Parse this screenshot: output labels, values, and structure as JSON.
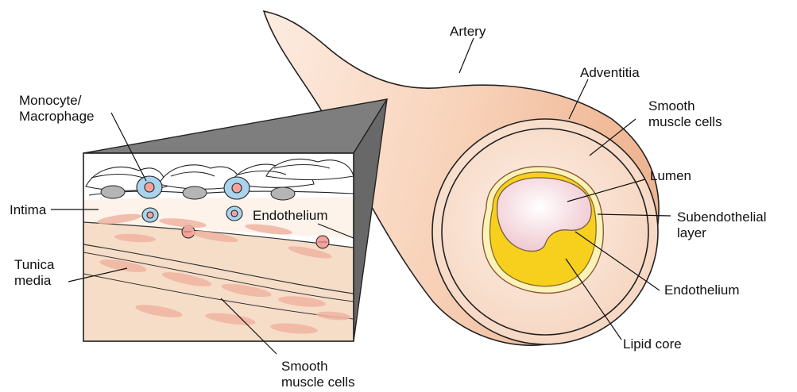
{
  "labels": {
    "artery": "Artery",
    "adventitia": "Adventitia",
    "smooth_muscle_right": [
      "Smooth",
      "muscle cells"
    ],
    "lumen": "Lumen",
    "subendothelial": [
      "Subendothelial",
      "layer"
    ],
    "endothelium_right": "Endothelium",
    "lipid_core": "Lipid core",
    "monocyte": [
      "Monocyte/",
      "Macrophage"
    ],
    "intima": "Intima",
    "endothelium_inset": "Endothelium",
    "tunica_media": [
      "Tunica",
      "media"
    ],
    "smooth_muscle_bottom": [
      "Smooth",
      "muscle cells"
    ]
  },
  "colors": {
    "vessel_outer": "#f3c3a2",
    "vessel_light": "#fbe6d8",
    "lumen": "#f7dfe3",
    "lipid": "#f7d21f",
    "subendothelial": "#fbf2b7",
    "media_band": "#f6ddc8",
    "muscle_cell": "#efb4a2",
    "monocyte": "#aad4ee",
    "nucleus": "#f2a39c",
    "endothelial_nucleus": "#b5b5b5",
    "wedge": "#7a7a7a"
  }
}
